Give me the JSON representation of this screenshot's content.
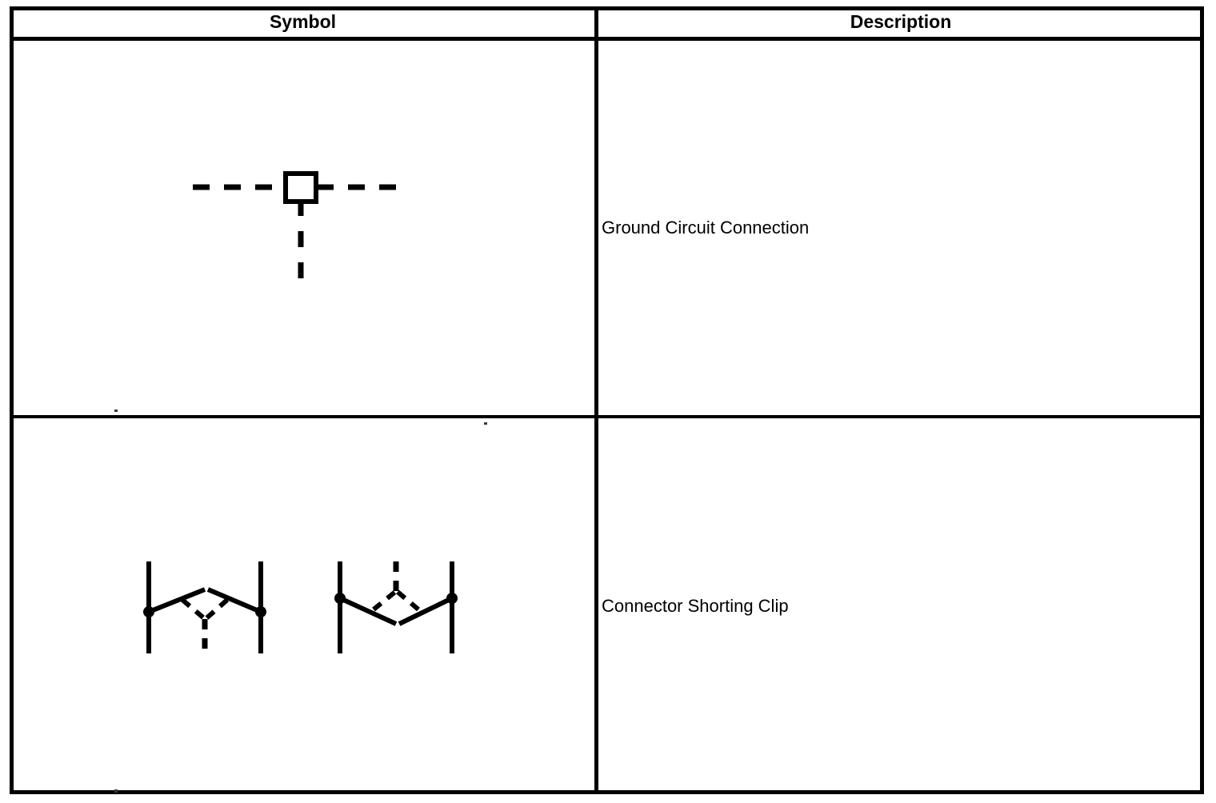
{
  "table": {
    "headers": [
      "Symbol",
      "Description"
    ],
    "rows": [
      {
        "symbol_name": "ground-circuit-connection-symbol",
        "description": "Ground Circuit Connection"
      },
      {
        "symbol_name": "connector-shorting-clip-symbol",
        "description": "Connector Shorting Clip"
      }
    ]
  },
  "colors": {
    "ink": "#000000",
    "paper": "#ffffff"
  }
}
